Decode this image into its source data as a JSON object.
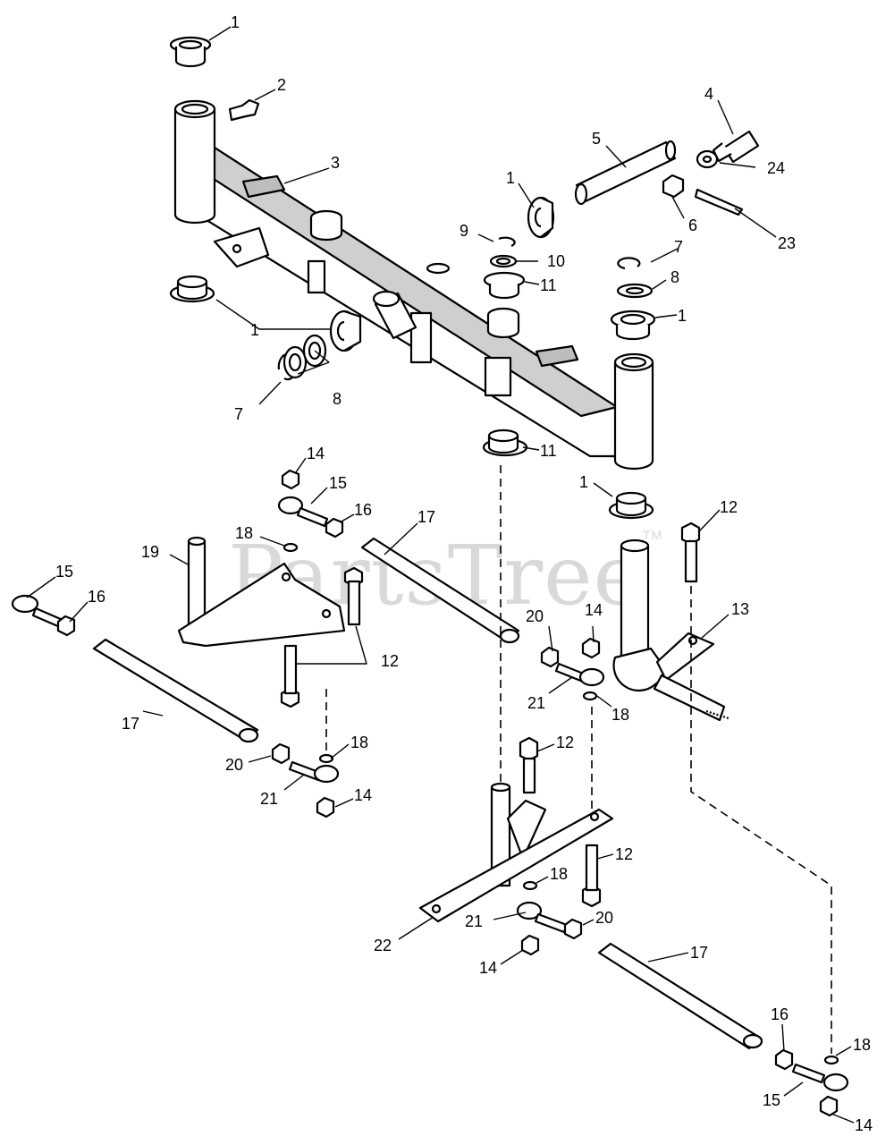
{
  "watermark": {
    "text": "PartsTree",
    "mark": "TM"
  },
  "callouts": [
    "1",
    "2",
    "3",
    "4",
    "5",
    "24",
    "1",
    "6",
    "9",
    "10",
    "23",
    "11",
    "7",
    "8",
    "1",
    "1",
    "7",
    "8",
    "11",
    "1",
    "14",
    "15",
    "16",
    "17",
    "18",
    "19",
    "12",
    "15",
    "16",
    "20",
    "14",
    "21",
    "13",
    "18",
    "12",
    "17",
    "18",
    "20",
    "21",
    "14",
    "12",
    "12",
    "18",
    "21",
    "20",
    "22",
    "14",
    "17",
    "16",
    "18",
    "15",
    "14"
  ],
  "colors": {
    "line": "#000000",
    "fill": "#ffffff",
    "shade": "#bdbdbd",
    "watermark": "#d9d9d9"
  }
}
